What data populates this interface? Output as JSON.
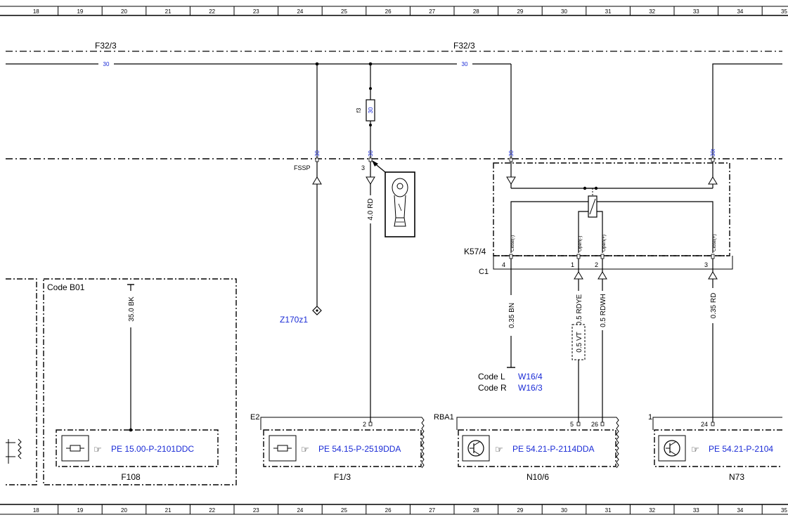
{
  "grid": {
    "columns": [
      "18",
      "19",
      "20",
      "21",
      "22",
      "23",
      "24",
      "25",
      "26",
      "27",
      "28",
      "29",
      "30",
      "31",
      "32",
      "33",
      "34",
      "35"
    ]
  },
  "bus": {
    "label_left": "F32/3",
    "label_right": "F32/3",
    "wire_label": "30"
  },
  "fuse": {
    "id": "f3",
    "value": "30"
  },
  "connectors": {
    "fssp_label": "FSSP",
    "fssp_pin": "30",
    "f3_pin": "30",
    "f3_pin_no": "3",
    "relay_in": "30",
    "relay_in2": "30t"
  },
  "wires": {
    "w_40rd": "4.0 RD",
    "w_35bk": "35.0 BK",
    "w_035bn": "0.35 BN",
    "w_05rdye": "0.5 RDYE",
    "w_05rdwh": "0.5 RDWH",
    "w_035rd": "0.35 RD",
    "w_05vt": "0.5 VT"
  },
  "relay": {
    "name": "K57/4",
    "plug": "C1",
    "pins": {
      "close_minus": "Close(-)",
      "open_minus": "Open(-)",
      "open_plus": "Open(+)",
      "close_plus": "Close(+)"
    },
    "pin_nums": {
      "p4": "4",
      "p1": "1",
      "p2": "2",
      "p3": "3"
    }
  },
  "ground": {
    "label": "Z170z1"
  },
  "codes": {
    "b01": "Code B01",
    "l_label": "Code L",
    "l_link": "W16/4",
    "r_label": "Code R",
    "r_link": "W16/3"
  },
  "components": {
    "c1": {
      "name": "F108",
      "ref": "PE 15.00-P-2101DDC"
    },
    "c2": {
      "name": "F1/3",
      "ref": "PE 54.15-P-2519DDA",
      "conn": "E2",
      "pin": "2"
    },
    "c3": {
      "name": "N10/6",
      "ref": "PE 54.21-P-2114DDA",
      "conn": "RBA1",
      "pin5": "5",
      "pin26": "26"
    },
    "c4": {
      "name": "N73",
      "ref": "PE 54.21-P-2104",
      "conn": "1",
      "pin": "24"
    }
  },
  "colors": {
    "link": "#1a2bd6",
    "line": "#000000"
  }
}
